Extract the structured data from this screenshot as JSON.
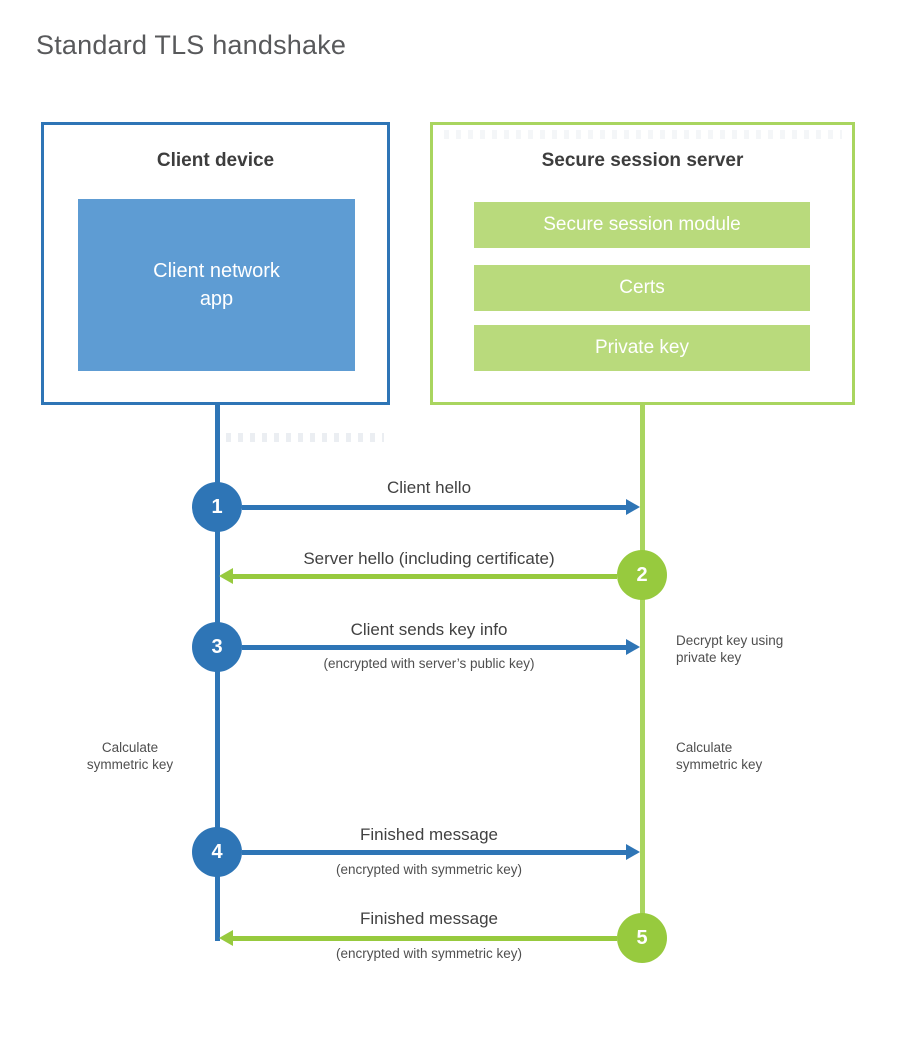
{
  "page": {
    "title": "Standard TLS handshake"
  },
  "colors": {
    "blue_primary": "#2e75b6",
    "blue_fill": "#5e9cd3",
    "green_primary": "#97ca3e",
    "green_line": "#a9d55f",
    "green_fill": "#b9da7c",
    "title_gray": "#58595b",
    "label_gray": "#414141"
  },
  "client_box": {
    "title": "Client device",
    "app_label_lines": [
      "Client network",
      "app"
    ]
  },
  "server_box": {
    "title": "Secure session server",
    "modules": [
      "Secure session module",
      "Certs",
      "Private key"
    ]
  },
  "sequence": {
    "steps": [
      {
        "num": "1",
        "from": "client",
        "direction": "right",
        "label": "Client hello",
        "sublabel": ""
      },
      {
        "num": "2",
        "from": "server",
        "direction": "left",
        "label": "Server hello (including certificate)",
        "sublabel": ""
      },
      {
        "num": "3",
        "from": "client",
        "direction": "right",
        "label": "Client sends key info",
        "sublabel": "(encrypted with server’s public key)"
      },
      {
        "num": "4",
        "from": "client",
        "direction": "right",
        "label": "Finished message",
        "sublabel": "(encrypted with symmetric key)"
      },
      {
        "num": "5",
        "from": "server",
        "direction": "left",
        "label": "Finished message",
        "sublabel": "(encrypted with symmetric key)"
      }
    ],
    "annotations": {
      "decrypt_lines": [
        "Decrypt key using",
        "private key"
      ],
      "calc_left_lines": [
        "Calculate",
        "symmetric key"
      ],
      "calc_right_lines": [
        "Calculate",
        "symmetric key"
      ]
    }
  }
}
